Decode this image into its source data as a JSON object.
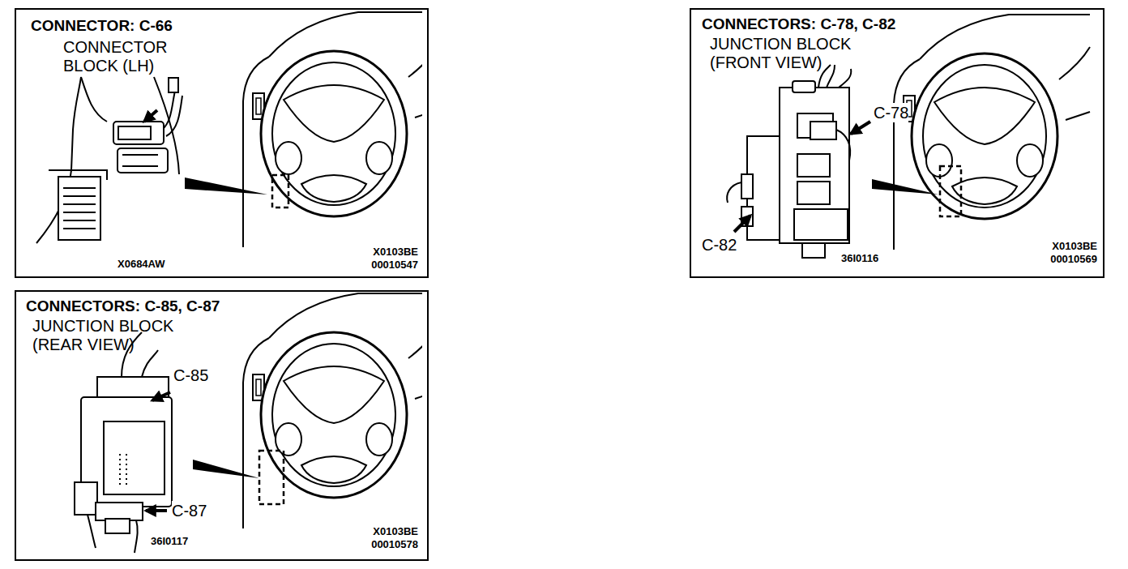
{
  "diagram": {
    "nodes": [
      {
        "text": [
          "CONNECTOR: C-66",
          "CONNECTOR BLOCK (LH)"
        ]
      },
      {
        "text": [
          "CONNECTORS: C-78, C-82",
          "JUNCTION BLOCK (FRONT VIEW)"
        ]
      },
      {
        "text": [
          "CONNECTORS: C-85, C-87",
          "JUNCTION BLOCK (REAR VIEW)"
        ]
      }
    ],
    "labels": [
      "X0684AW",
      "X0103BE 00010547",
      "C-78",
      "C-82",
      "36I0116",
      "X0103BE 00010569",
      "C-85",
      "C-87",
      "36I0117",
      "X0103BE 00010578"
    ]
  }
}
